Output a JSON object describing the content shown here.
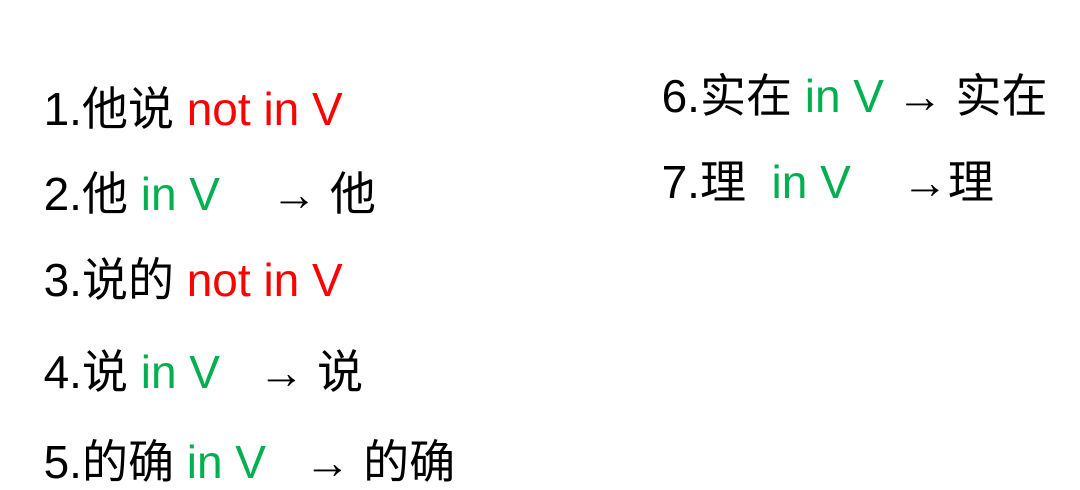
{
  "colors": {
    "not_in_v": "#ff0000",
    "in_v": "#00b050",
    "text": "#000000",
    "background": "#ffffff"
  },
  "steps": [
    {
      "num": "1.",
      "word": "他说",
      "status": "not in V",
      "arrow": "",
      "result": ""
    },
    {
      "num": "2.",
      "word": "他",
      "status": "in V",
      "arrow": "→",
      "result": "他"
    },
    {
      "num": "3.",
      "word": "说的",
      "status": "not in V",
      "arrow": "",
      "result": ""
    },
    {
      "num": "4.",
      "word": "说",
      "status": "in V",
      "arrow": "→",
      "result": "说"
    },
    {
      "num": "5.",
      "word": "的确",
      "status": "in V",
      "arrow": "→",
      "result": "的确"
    },
    {
      "num": "6.",
      "word": "实在",
      "status": "in V",
      "arrow": "→",
      "result": "实在"
    },
    {
      "num": "7.",
      "word": "理",
      "status": "in V",
      "arrow": "→",
      "result": "理"
    }
  ]
}
